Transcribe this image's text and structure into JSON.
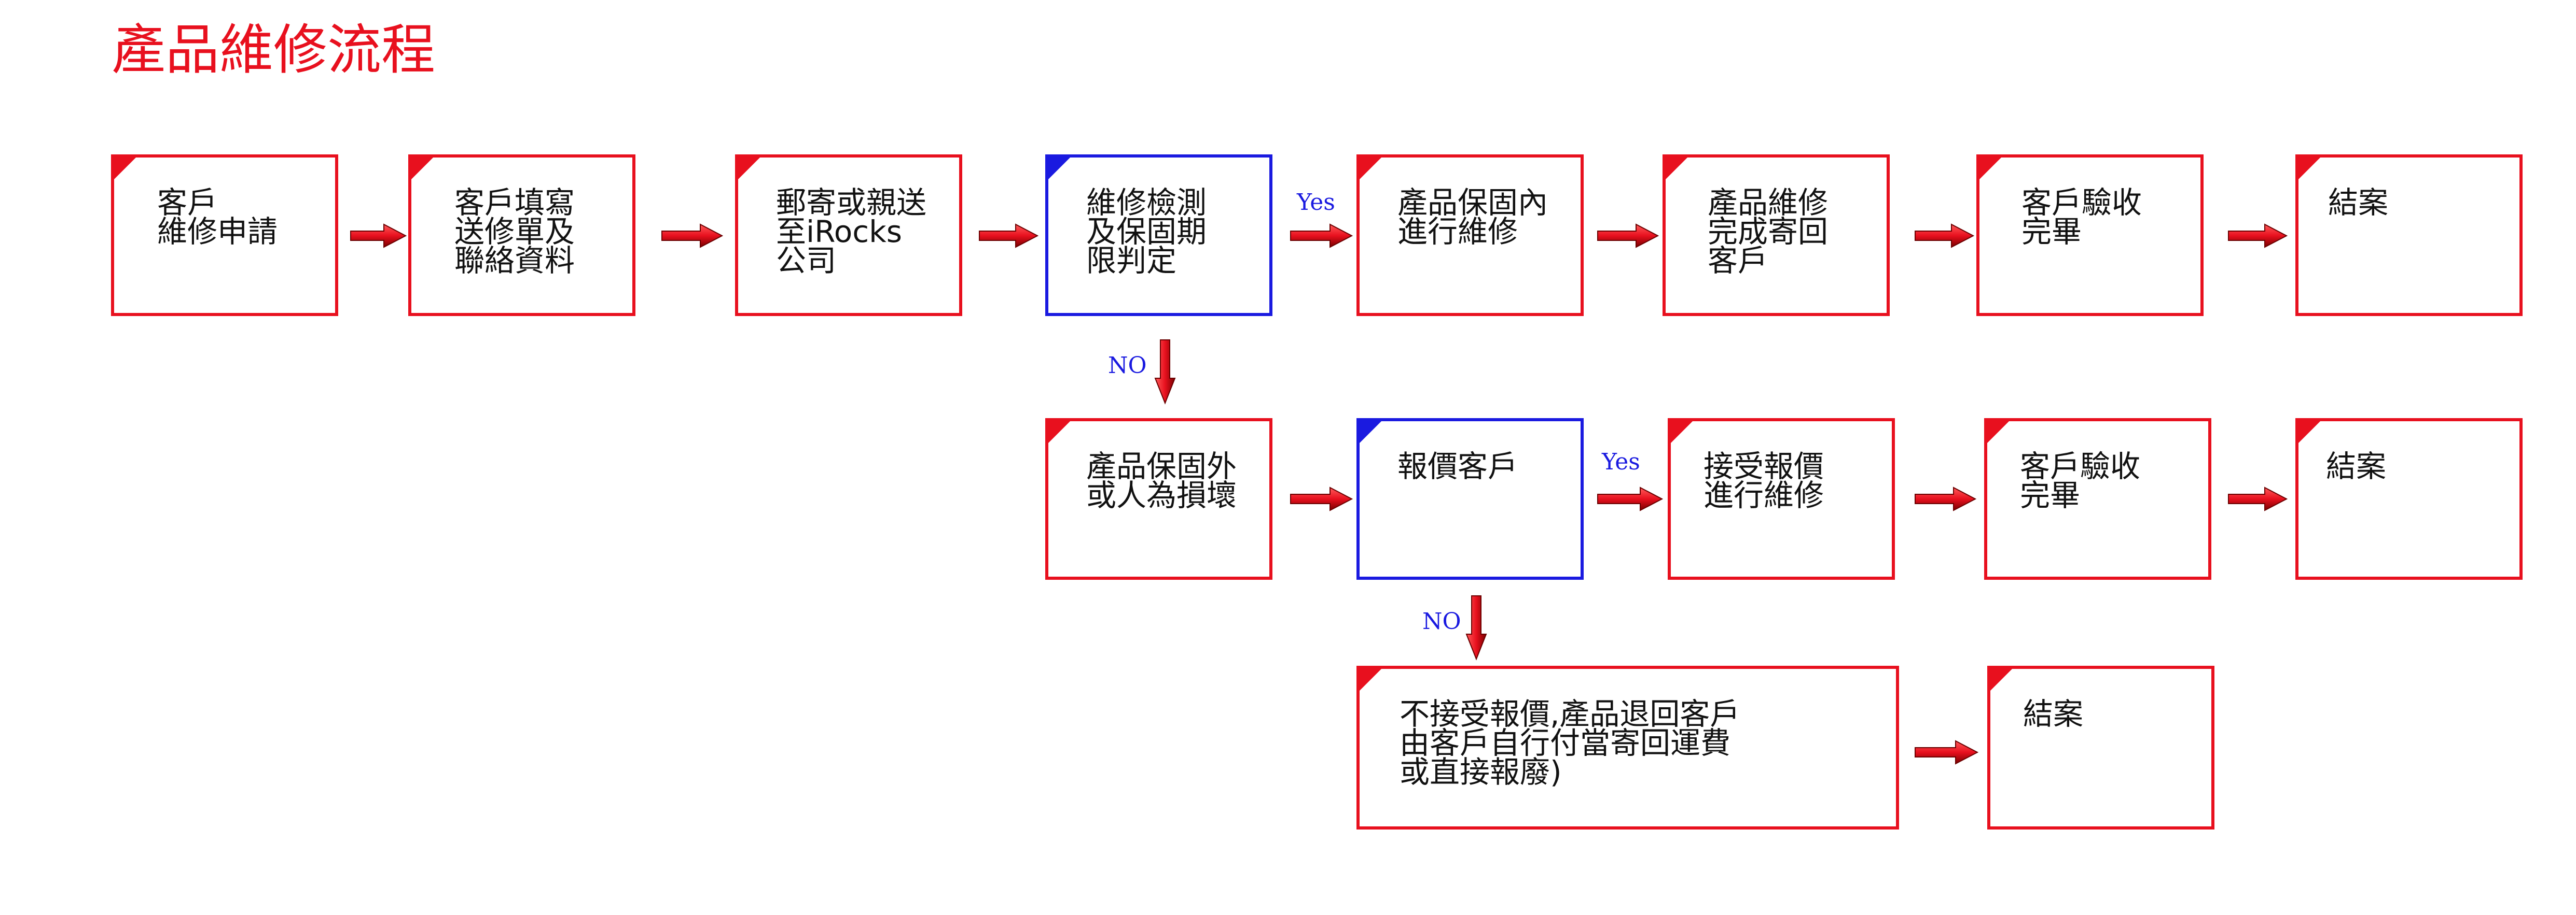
{
  "title": "產品維修流程",
  "colors": {
    "red": "#e8101e",
    "blue": "#1a1ae0",
    "text": "#111111",
    "arrow": "#e8101e"
  },
  "labels": {
    "yes": "Yes",
    "no": "NO"
  },
  "boxes": [
    {
      "id": "apply",
      "color": "red",
      "lines": [
        "客戶",
        "維修申請"
      ]
    },
    {
      "id": "fill-form",
      "color": "red",
      "lines": [
        "客戶填寫",
        "送修單及",
        "聯絡資料"
      ]
    },
    {
      "id": "ship",
      "color": "red",
      "lines": [
        "郵寄或親送",
        "至iRocks",
        "公司"
      ]
    },
    {
      "id": "inspect",
      "color": "blue",
      "lines": [
        "維修檢測",
        "及保固期",
        "限判定"
      ]
    },
    {
      "id": "in-warranty",
      "color": "red",
      "lines": [
        "產品保固內",
        "進行維修"
      ]
    },
    {
      "id": "repair-done",
      "color": "red",
      "lines": [
        "產品維修",
        "完成寄回",
        "客戶"
      ]
    },
    {
      "id": "accept-1",
      "color": "red",
      "lines": [
        "客戶驗收",
        "完畢"
      ]
    },
    {
      "id": "close-1",
      "color": "red",
      "lines": [
        "結案"
      ]
    },
    {
      "id": "out-warranty",
      "color": "red",
      "lines": [
        "產品保固外",
        "或人為損壞"
      ]
    },
    {
      "id": "quote",
      "color": "blue",
      "lines": [
        "報價客戶"
      ]
    },
    {
      "id": "accept-quote",
      "color": "red",
      "lines": [
        "接受報價",
        "進行維修"
      ]
    },
    {
      "id": "accept-2",
      "color": "red",
      "lines": [
        "客戶驗收",
        "完畢"
      ]
    },
    {
      "id": "close-2",
      "color": "red",
      "lines": [
        "結案"
      ]
    },
    {
      "id": "reject",
      "color": "red",
      "lines": [
        "不接受報價,產品退回客戶",
        "由客戶自行付當寄回運費",
        "或直接報廢)"
      ]
    },
    {
      "id": "close-3",
      "color": "red",
      "lines": [
        "結案"
      ]
    }
  ]
}
